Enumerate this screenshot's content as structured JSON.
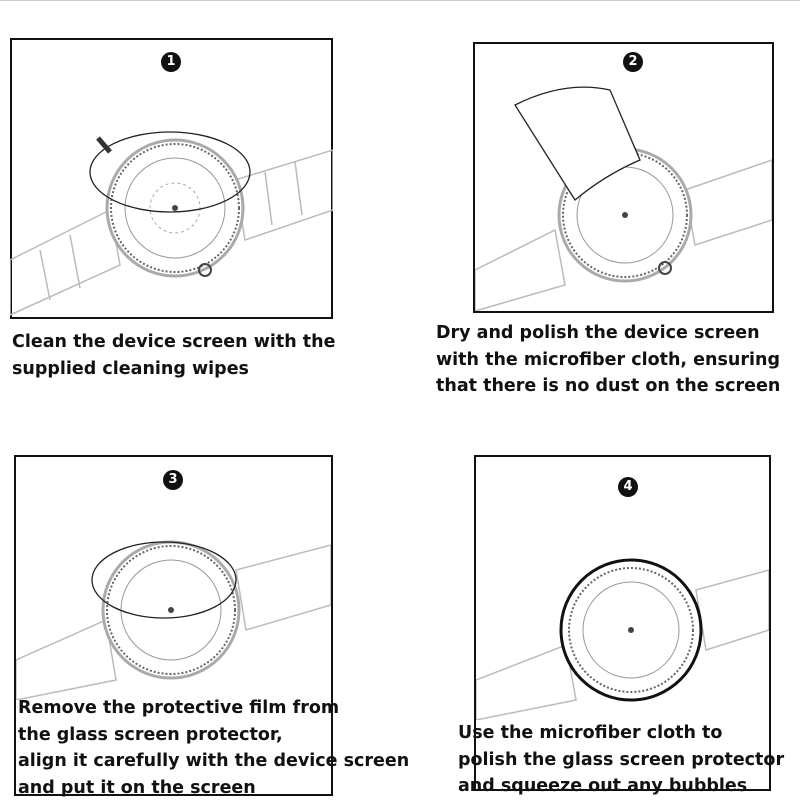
{
  "steps": [
    {
      "number": "1",
      "lines": [
        "Clean the device screen with the",
        "supplied cleaning wipes"
      ]
    },
    {
      "number": "2",
      "lines": [
        "Dry and polish the device screen",
        "with the microfiber cloth, ensuring",
        "that there is no dust on the screen"
      ]
    },
    {
      "number": "3",
      "lines": [
        "Remove the protective film from",
        "the glass screen protector,",
        "align it carefully with the device screen",
        "and put it on the screen"
      ]
    },
    {
      "number": "4",
      "lines": [
        "Use the microfiber cloth to",
        "polish the glass screen protector",
        "and squeeze out any bubbles"
      ]
    }
  ]
}
